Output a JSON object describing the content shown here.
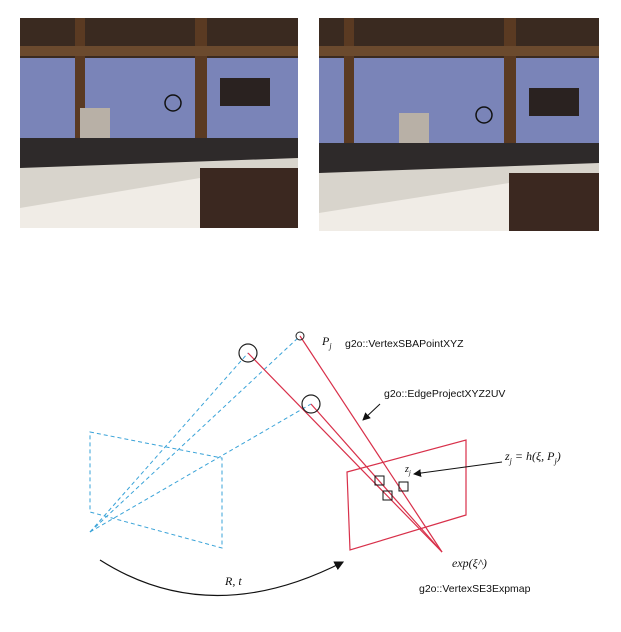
{
  "images": {
    "left": {
      "description_icon": "office-counter-photo"
    },
    "right": {
      "description_icon": "office-counter-photo"
    }
  },
  "diagram": {
    "labels": {
      "point_symbol": "P",
      "point_subscript": "j",
      "vertex_point": "g2o::VertexSBAPointXYZ",
      "edge": "g2o::EdgeProjectXYZ2UV",
      "observation_eq": "z",
      "observation_sub": "j",
      "observation_rhs": " = h(ξ, P",
      "observation_rhs_sub": "j",
      "observation_close": ")",
      "z_small": "z",
      "z_small_sub": "j",
      "exp_label": "exp(ξ^)",
      "vertex_pose": "g2o::VertexSE3Expmap",
      "motion": "R, t"
    },
    "colors": {
      "camera_left": "#3aa3d8",
      "camera_right": "#d8304a",
      "arrow": "#111111",
      "circle": "#222222"
    }
  }
}
